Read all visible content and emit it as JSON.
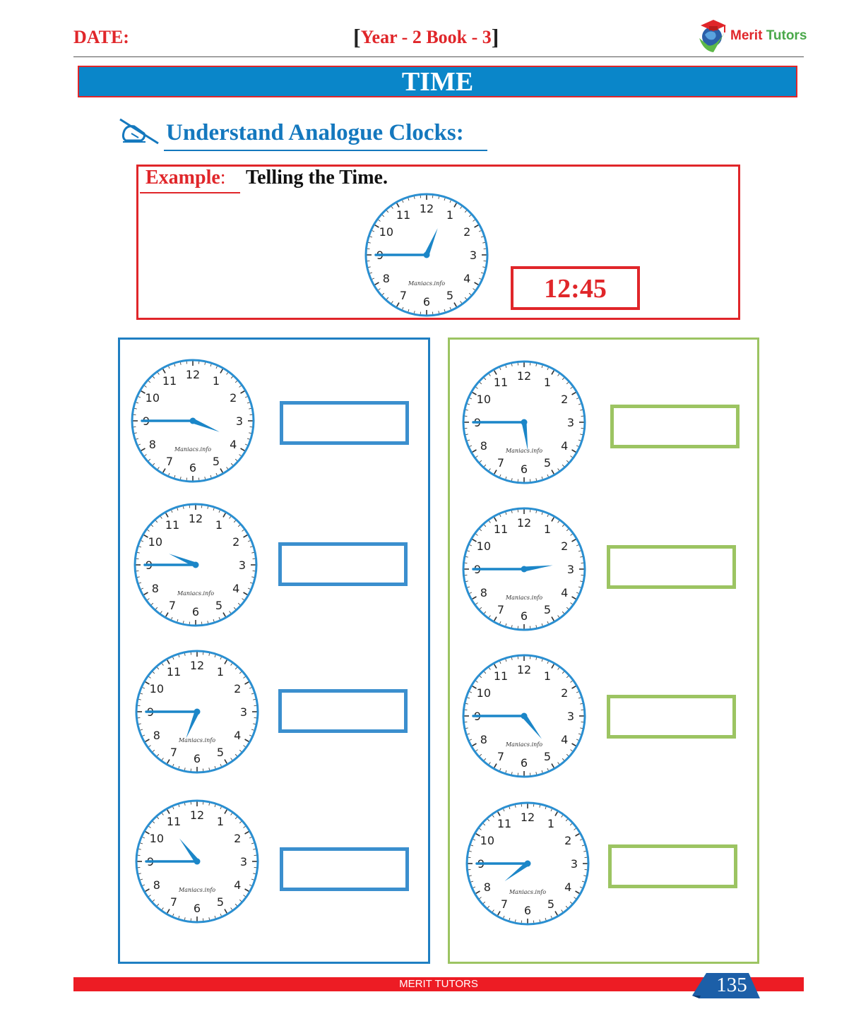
{
  "header": {
    "date_label": "DATE:",
    "book_title": "Year - 2 Book - 3",
    "logo_word_1": "Merit",
    "logo_word_2": "Tutors"
  },
  "banner": {
    "title": "TIME"
  },
  "section": {
    "title": "Understand Analogue Clocks:"
  },
  "example": {
    "label": "Example",
    "separator": ":",
    "text": "Telling the Time.",
    "answer": "12:45",
    "clock": {
      "hour": 12,
      "minute": 45,
      "watermark": "Maniacs.info"
    }
  },
  "exercises": {
    "left": [
      {
        "hour": 3,
        "minute": 45,
        "watermark": "Maniacs.info",
        "answer": ""
      },
      {
        "hour": 9,
        "minute": 45,
        "watermark": "Maniacs.info",
        "answer": ""
      },
      {
        "hour": 6,
        "minute": 45,
        "watermark": "Maniacs.info",
        "answer": ""
      },
      {
        "hour": 10,
        "minute": 45,
        "watermark": "Maniacs.info",
        "answer": ""
      }
    ],
    "right": [
      {
        "hour": 5,
        "minute": 45,
        "watermark": "Maniacs.info",
        "answer": ""
      },
      {
        "hour": 2,
        "minute": 45,
        "watermark": "Maniacs.info",
        "answer": ""
      },
      {
        "hour": 4,
        "minute": 45,
        "watermark": "Maniacs.info",
        "answer": ""
      },
      {
        "hour": 7,
        "minute": 45,
        "watermark": "Maniacs.info",
        "answer": ""
      }
    ]
  },
  "clock_face": {
    "numbers": [
      "12",
      "1",
      "2",
      "3",
      "4",
      "5",
      "6",
      "7",
      "8",
      "9",
      "10",
      "11"
    ],
    "color": "#2a8fd1",
    "hand_color": "#1b86c8"
  },
  "footer": {
    "text": "MERIT TUTORS",
    "page": "135"
  },
  "colors": {
    "red": "#e0262a",
    "blue": "#0a86c9",
    "green": "#9cc462"
  }
}
